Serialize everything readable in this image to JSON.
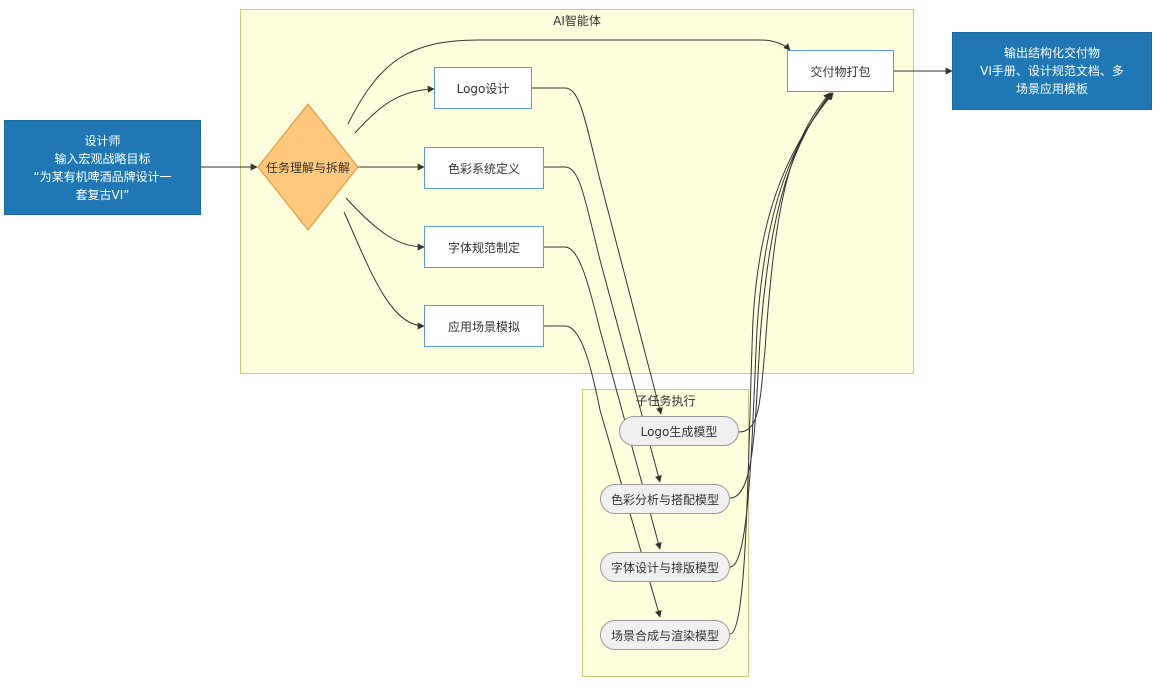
{
  "clusters": {
    "agent": {
      "label": "AI智能体"
    },
    "subtasks": {
      "label": "子任务执行"
    }
  },
  "nodes": {
    "input": {
      "text": "设计师\n输入宏观战略目标\n“为某有机啤酒品牌设计一\n套复古VI”"
    },
    "decompose": {
      "text": "任务理解与拆解"
    },
    "logo_design": {
      "text": "Logo设计"
    },
    "color_system": {
      "text": "色彩系统定义"
    },
    "typography": {
      "text": "字体规范制定"
    },
    "scene_sim": {
      "text": "应用场景模拟"
    },
    "package": {
      "text": "交付物打包"
    },
    "output": {
      "text": "输出结构化交付物\nVI手册、设计规范文档、多\n场景应用模板"
    },
    "logo_model": {
      "text": "Logo生成模型"
    },
    "color_model": {
      "text": "色彩分析与搭配模型"
    },
    "type_model": {
      "text": "字体设计与排版模型"
    },
    "scene_model": {
      "text": "场景合成与渲染模型"
    }
  },
  "colors": {
    "input_output_fill": "#1f77b4",
    "diamond_fill": "#ffc87c",
    "diamond_stroke": "#e08a2c",
    "cluster_fill": "#ffffde",
    "edge": "#333333"
  }
}
